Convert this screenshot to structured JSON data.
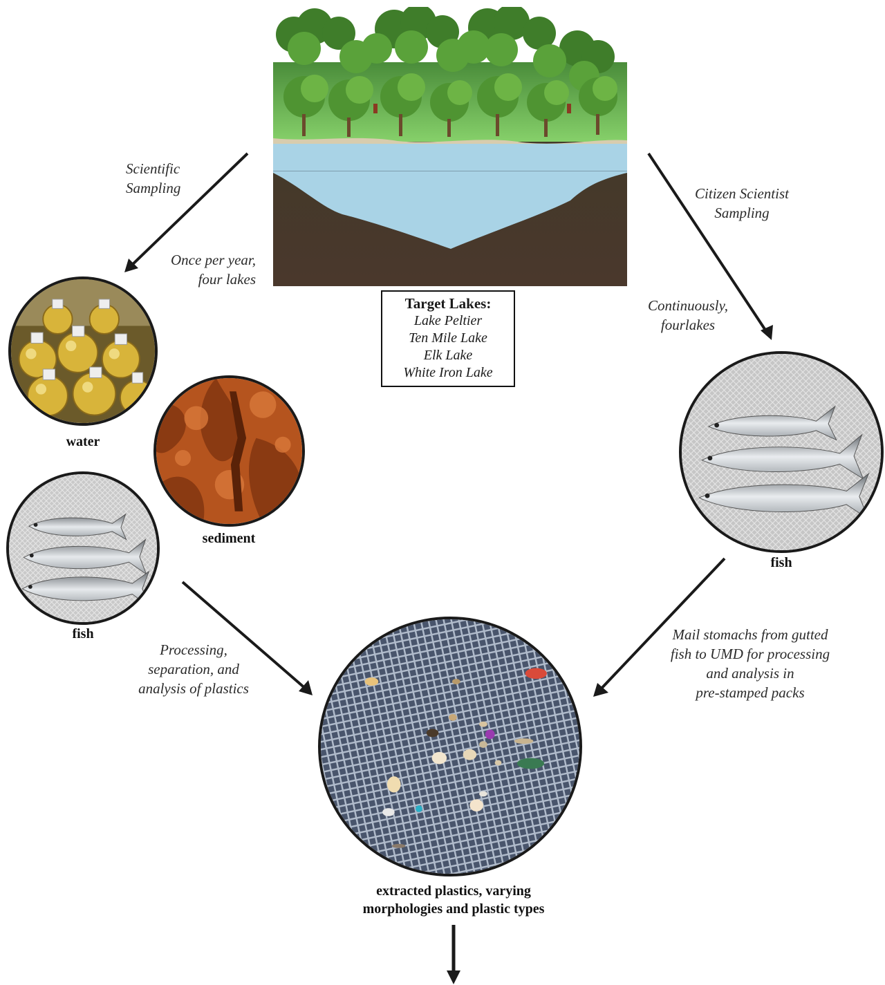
{
  "annotations": {
    "scientific_sampling": [
      "Scientific",
      "Sampling"
    ],
    "once_per_year": [
      "Once per year,",
      "four lakes"
    ],
    "citizen_sampling": [
      "Citizen Scientist",
      "Sampling"
    ],
    "continuously": [
      "Continuously,",
      "fourlakes"
    ],
    "processing": [
      "Processing,",
      "separation, and",
      "analysis of plastics"
    ],
    "mail_stomachs": [
      "Mail stomachs from gutted",
      "fish to UMD for processing",
      "and analysis in",
      "pre-stamped packs"
    ]
  },
  "target_lakes": {
    "title": "Target Lakes:",
    "lakes": [
      "Lake Peltier",
      "Ten Mile Lake",
      "Elk Lake",
      "White Iron Lake"
    ]
  },
  "labels": {
    "water": "water",
    "sediment": "sediment",
    "fish_left": "fish",
    "fish_right": "fish",
    "extracted": [
      "extracted plastics, varying",
      "morphologies and plastic types"
    ]
  },
  "colors": {
    "lake_water": "#a9d3e6",
    "soil": "#4a3a2c",
    "grass": "#6fbf4f",
    "tree": "#3f8a2a",
    "arrow": "#1a1a1a"
  }
}
